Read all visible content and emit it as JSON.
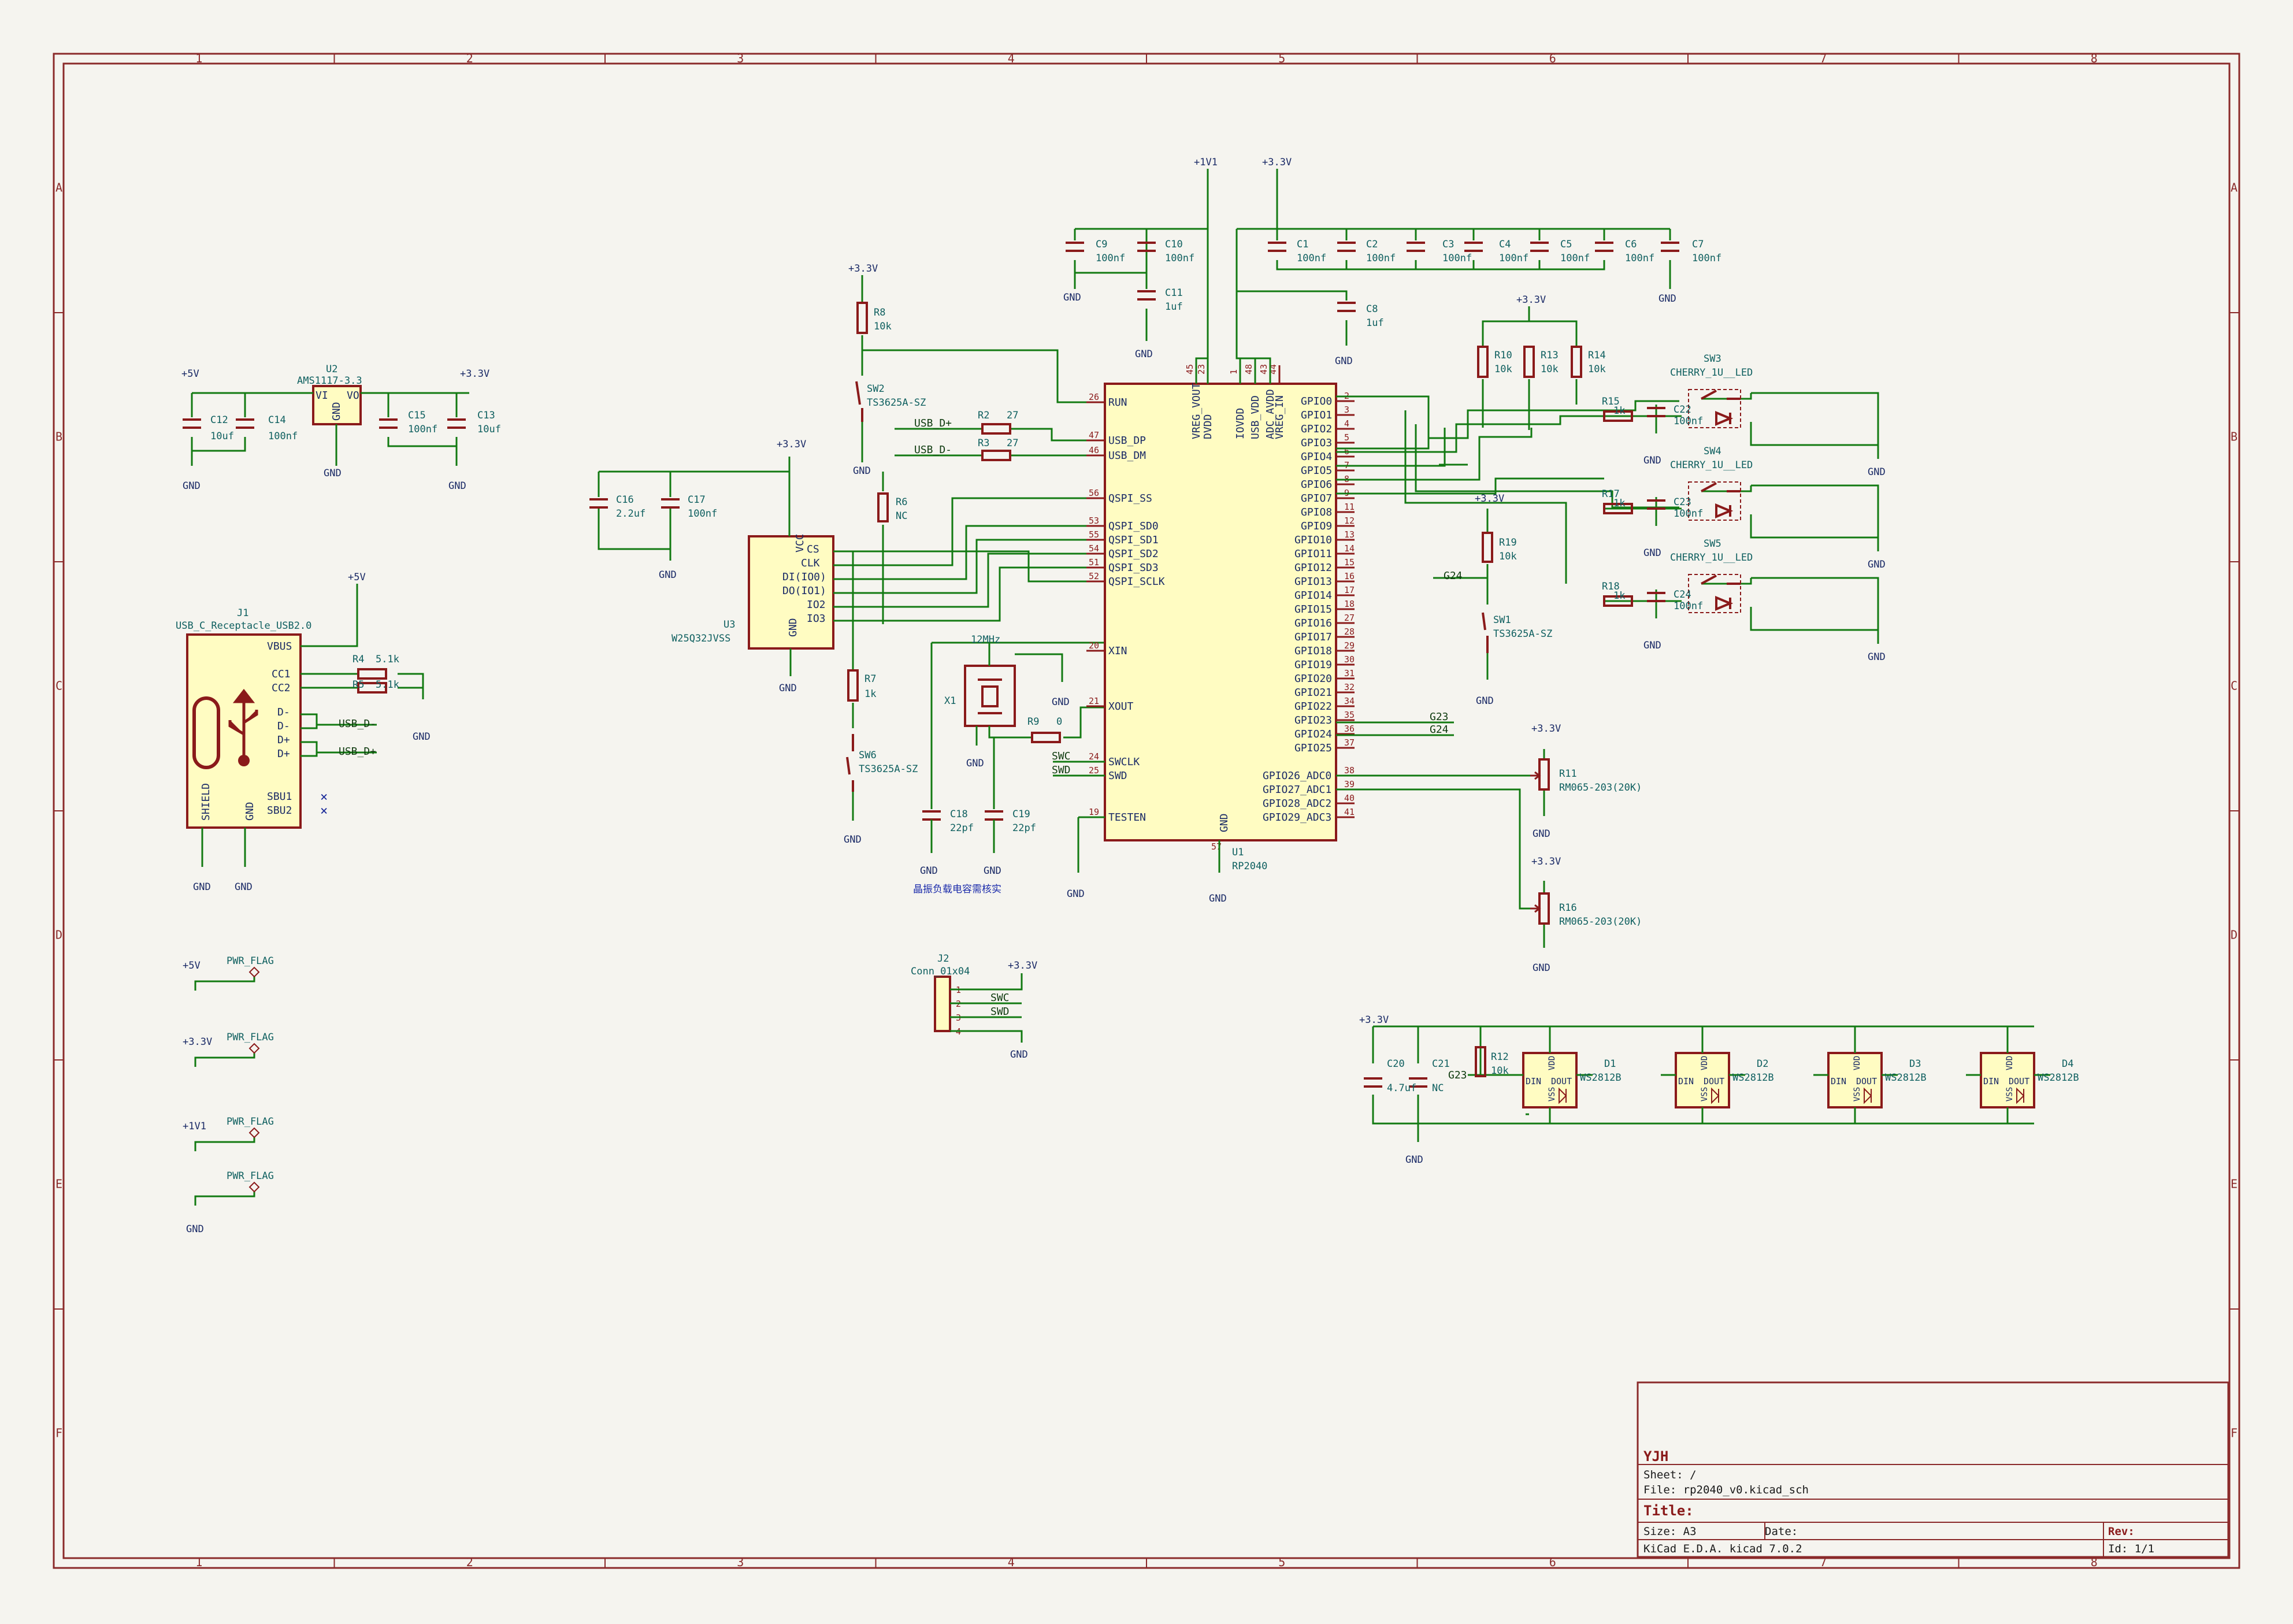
{
  "schematic": {
    "grid_cols": [
      "1",
      "2",
      "3",
      "4",
      "5",
      "6",
      "7",
      "8"
    ],
    "grid_rows": [
      "A",
      "B",
      "C",
      "D",
      "E",
      "F"
    ],
    "regulator": {
      "ref": "U2",
      "value": "AMS1117-3.3",
      "pins": {
        "vi": "VI",
        "vo": "VO",
        "gnd": "GND"
      },
      "in_pwr": "+5V",
      "out_pwr": "+3.3V",
      "c12": {
        "ref": "C12",
        "value": "10uf"
      },
      "c14": {
        "ref": "C14",
        "value": "100nf"
      },
      "c15": {
        "ref": "C15",
        "value": "100nf"
      },
      "c13": {
        "ref": "C13",
        "value": "10uf"
      }
    },
    "usb_conn": {
      "ref": "J1",
      "value": "USB_C_Receptacle_USB2.0",
      "pins": {
        "vbus": "VBUS",
        "cc1": "CC1",
        "cc2": "CC2",
        "dm1": "D-",
        "dm2": "D-",
        "dp1": "D+",
        "dp2": "D+",
        "sbu1": "SBU1",
        "sbu2": "SBU2",
        "shield": "SHIELD",
        "gnd": "GND"
      },
      "r4": {
        "ref": "R4",
        "value": "5.1k"
      },
      "r5": {
        "ref": "R5",
        "value": "5.1k"
      },
      "net_dm": "USB_D-",
      "net_dp": "USB_D+",
      "pwr": "+5V"
    },
    "flash": {
      "ref": "U3",
      "value": "W25Q32JVSS",
      "pins": {
        "vcc": "VCC",
        "cs": "CS",
        "clk": "CLK",
        "di": "DI(IO0)",
        "do": "DO(IO1)",
        "io2": "IO2",
        "io3": "IO3",
        "gnd": "GND"
      },
      "c16": {
        "ref": "C16",
        "value": "2.2uf"
      },
      "c17": {
        "ref": "C17",
        "value": "100nf"
      },
      "r6": {
        "ref": "R6",
        "value": "NC"
      },
      "r7": {
        "ref": "R7",
        "value": "1k"
      },
      "sw6": {
        "ref": "SW6",
        "value": "TS3625A-SZ"
      }
    },
    "run_circuit": {
      "r8": {
        "ref": "R8",
        "value": "10k"
      },
      "sw2": {
        "ref": "SW2",
        "value": "TS3625A-SZ"
      },
      "r2": {
        "ref": "R2",
        "value": "27"
      },
      "r3": {
        "ref": "R3",
        "value": "27"
      }
    },
    "crystal": {
      "ref": "X1",
      "value": "12MHz",
      "r9": {
        "ref": "R9",
        "value": "0"
      },
      "c18": {
        "ref": "C18",
        "value": "22pf"
      },
      "c19": {
        "ref": "C19",
        "value": "22pf"
      },
      "note": "晶振负载电容需核实"
    },
    "mcu": {
      "ref": "U1",
      "value": "RP2040",
      "left_pins": [
        {
          "num": "26",
          "name": "RUN"
        },
        {
          "num": "47",
          "name": "USB_DP"
        },
        {
          "num": "46",
          "name": "USB_DM"
        },
        {
          "num": "56",
          "name": "QSPI_SS"
        },
        {
          "num": "53",
          "name": "QSPI_SD0"
        },
        {
          "num": "55",
          "name": "QSPI_SD1"
        },
        {
          "num": "54",
          "name": "QSPI_SD2"
        },
        {
          "num": "51",
          "name": "QSPI_SD3"
        },
        {
          "num": "52",
          "name": "QSPI_SCLK"
        },
        {
          "num": "20",
          "name": "XIN"
        },
        {
          "num": "21",
          "name": "XOUT"
        },
        {
          "num": "24",
          "name": "SWCLK"
        },
        {
          "num": "25",
          "name": "SWD"
        },
        {
          "num": "19",
          "name": "TESTEN"
        }
      ],
      "right_pins": [
        {
          "num": "2",
          "name": "GPIO0"
        },
        {
          "num": "3",
          "name": "GPIO1"
        },
        {
          "num": "4",
          "name": "GPIO2"
        },
        {
          "num": "5",
          "name": "GPIO3"
        },
        {
          "num": "6",
          "name": "GPIO4"
        },
        {
          "num": "7",
          "name": "GPIO5"
        },
        {
          "num": "8",
          "name": "GPIO6"
        },
        {
          "num": "9",
          "name": "GPIO7"
        },
        {
          "num": "11",
          "name": "GPIO8"
        },
        {
          "num": "12",
          "name": "GPIO9"
        },
        {
          "num": "13",
          "name": "GPIO10"
        },
        {
          "num": "14",
          "name": "GPIO11"
        },
        {
          "num": "15",
          "name": "GPIO12"
        },
        {
          "num": "16",
          "name": "GPIO13"
        },
        {
          "num": "17",
          "name": "GPIO14"
        },
        {
          "num": "18",
          "name": "GPIO15"
        },
        {
          "num": "27",
          "name": "GPIO16"
        },
        {
          "num": "28",
          "name": "GPIO17"
        },
        {
          "num": "29",
          "name": "GPIO18"
        },
        {
          "num": "30",
          "name": "GPIO19"
        },
        {
          "num": "31",
          "name": "GPIO20"
        },
        {
          "num": "32",
          "name": "GPIO21"
        },
        {
          "num": "34",
          "name": "GPIO22"
        },
        {
          "num": "35",
          "name": "GPIO23"
        },
        {
          "num": "36",
          "name": "GPIO24"
        },
        {
          "num": "37",
          "name": "GPIO25"
        },
        {
          "num": "38",
          "name": "GPIO26_ADC0"
        },
        {
          "num": "39",
          "name": "GPIO27_ADC1"
        },
        {
          "num": "40",
          "name": "GPIO28_ADC2"
        },
        {
          "num": "41",
          "name": "GPIO29_ADC3"
        }
      ],
      "top_pins": [
        {
          "num": "45",
          "name": "VREG_VOUT"
        },
        {
          "num": "23",
          "name": "DVDD"
        },
        {
          "num": "1",
          "name": "IOVDD"
        },
        {
          "num": "48",
          "name": "USB_VDD"
        },
        {
          "num": "43",
          "name": "ADC_AVDD"
        },
        {
          "num": "44",
          "name": "VREG_IN"
        }
      ],
      "bottom_pin": {
        "num": "57",
        "name": "GND"
      }
    },
    "decoupling": {
      "left": [
        {
          "ref": "C9",
          "value": "100nf"
        },
        {
          "ref": "C10",
          "value": "100nf"
        },
        {
          "ref": "C11",
          "value": "1uf"
        }
      ],
      "right": [
        {
          "ref": "C1",
          "value": "100nf"
        },
        {
          "ref": "C2",
          "value": "100nf"
        },
        {
          "ref": "C3",
          "value": "100nf"
        },
        {
          "ref": "C4",
          "value": "100nf"
        },
        {
          "ref": "C5",
          "value": "100nf"
        },
        {
          "ref": "C6",
          "value": "100nf"
        },
        {
          "ref": "C7",
          "value": "100nf"
        },
        {
          "ref": "C8",
          "value": "1uf"
        }
      ],
      "pwr_1v1": "+1V1",
      "pwr_3v3": "+3.3V"
    },
    "keys": {
      "pullups": [
        {
          "ref": "R10",
          "value": "10k"
        },
        {
          "ref": "R13",
          "value": "10k"
        },
        {
          "ref": "R14",
          "value": "10k"
        }
      ],
      "rows": [
        {
          "sw": "SW3",
          "value": "CHERRY_1U__LED",
          "r": "R15",
          "rv": "1k",
          "c": "C22",
          "cv": "100nf"
        },
        {
          "sw": "SW4",
          "value": "CHERRY_1U__LED",
          "r": "R17",
          "rv": "1k",
          "c": "C23",
          "cv": "100nf"
        },
        {
          "sw": "SW5",
          "value": "CHERRY_1U__LED",
          "r": "R18",
          "rv": "1k",
          "c": "C24",
          "cv": "100nf"
        }
      ]
    },
    "sw1": {
      "ref": "SW1",
      "value": "TS3625A-SZ",
      "r19": {
        "ref": "R19",
        "value": "10k"
      },
      "net": "G24"
    },
    "pots": [
      {
        "ref": "R11",
        "value": "RM065-203(20K)"
      },
      {
        "ref": "R16",
        "value": "RM065-203(20K)"
      }
    ],
    "gpio_nets": {
      "g23": "G23",
      "g24": "G24"
    },
    "swd_conn": {
      "ref": "J2",
      "value": "Conn_01x04",
      "pins": [
        "1",
        "2",
        "3",
        "4"
      ],
      "nets": [
        "SWC",
        "SWD"
      ],
      "pwr": "+3.3V"
    },
    "pwr_flags": [
      {
        "net": "+5V",
        "label": "PWR_FLAG"
      },
      {
        "net": "+3.3V",
        "label": "PWR_FLAG"
      },
      {
        "net": "+1V1",
        "label": "PWR_FLAG"
      },
      {
        "net": "GND",
        "label": "PWR_FLAG"
      }
    ],
    "leds": {
      "c20": {
        "ref": "C20",
        "value": "4.7uf"
      },
      "c21": {
        "ref": "C21",
        "value": "NC"
      },
      "r12": {
        "ref": "R12",
        "value": "10k"
      },
      "net": "G23",
      "chain": [
        {
          "ref": "D1",
          "value": "WS2812B"
        },
        {
          "ref": "D2",
          "value": "WS2812B"
        },
        {
          "ref": "D3",
          "value": "WS2812B"
        },
        {
          "ref": "D4",
          "value": "WS2812B"
        }
      ],
      "pins": {
        "din": "DIN",
        "dout": "DOUT",
        "vdd": "VDD",
        "vss": "VSS"
      }
    },
    "gnd": "GND",
    "p33": "+3.3V",
    "p5": "+5V"
  },
  "title_block": {
    "company": "YJH",
    "sheet": "Sheet: /",
    "file": "File: rp2040_v0.kicad_sch",
    "title": "Title:",
    "size": "Size: A3",
    "date": "Date:",
    "rev": "Rev:",
    "tool": "KiCad E.D.A.  kicad 7.0.2",
    "id": "Id: 1/1"
  },
  "colors": {
    "frame": "#8a2a2a",
    "wire": "#127a12",
    "body": "#fffcc2",
    "text": "#0e5f5f",
    "background": "#f5f4ef"
  }
}
